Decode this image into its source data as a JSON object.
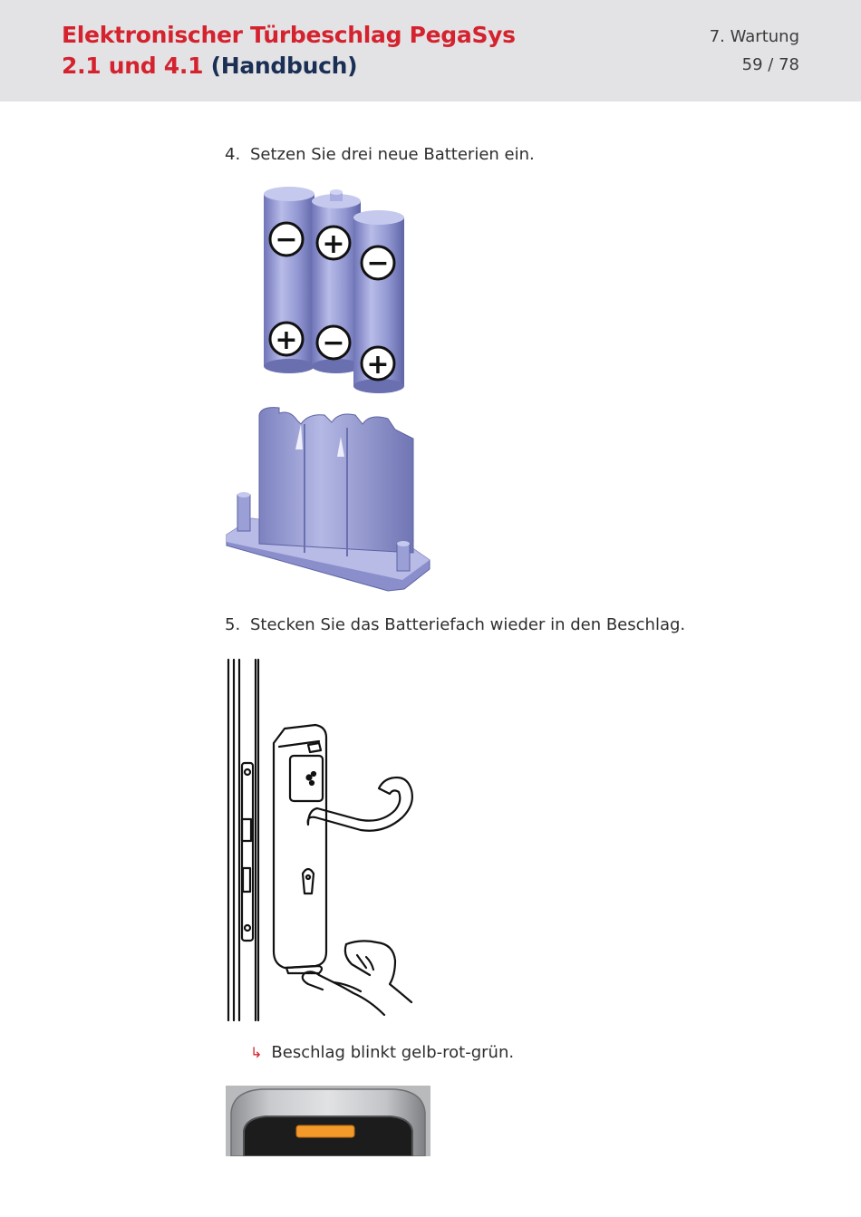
{
  "header": {
    "title_line1": "Elektronischer Türbeschlag PegaSys",
    "title_line2_red": "2.1 und 4.1",
    "title_line2_navy": "(Handbuch)",
    "chapter": "7. Wartung",
    "page": "59 / 78"
  },
  "steps": [
    {
      "number": "4.",
      "text": "Setzen Sie drei neue Batterien ein."
    },
    {
      "number": "5.",
      "text": "Stecken Sie das Batteriefach wieder in den Beschlag."
    }
  ],
  "result": {
    "icon": "result-arrow-icon",
    "arrow": "↳",
    "text": "Beschlag blinkt gelb-rot-grün."
  },
  "battery_symbols": {
    "minus": "−",
    "plus": "+"
  },
  "colors": {
    "brand_red": "#d4232e",
    "brand_navy": "#1b2f55",
    "header_bg": "#e3e3e5",
    "battery": "#9a9fd6",
    "led": "#f39a2a"
  }
}
